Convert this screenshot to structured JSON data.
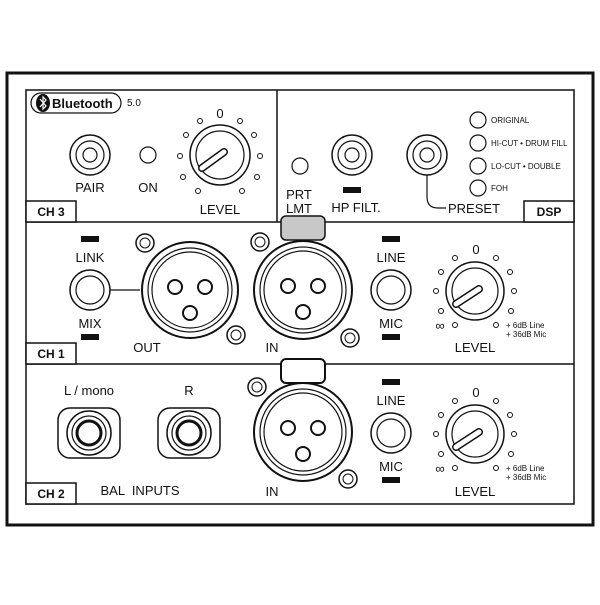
{
  "bluetooth": {
    "brand": "Bluetooth",
    "version": "5.0",
    "pair_label": "PAIR",
    "on_label": "ON",
    "level_label": "LEVEL",
    "level_zero": "0",
    "channel_tag": "CH 3"
  },
  "dsp": {
    "prt_label": "PRT",
    "lmt_label": "LMT",
    "hp_filter_label": "HP FILT.",
    "preset_label": "PRESET",
    "tag": "DSP",
    "presets": [
      "ORIGINAL",
      "HI-CUT • DRUM FILL",
      "LO-CUT • DOUBLE",
      "FOH"
    ]
  },
  "ch1": {
    "link_label": "LINK",
    "mix_label": "MIX",
    "out_label": "OUT",
    "in_label": "IN",
    "line_label": "LINE",
    "mic_label": "MIC",
    "level_zero": "0",
    "level_label": "LEVEL",
    "infinity": "∞",
    "gain_line": "+ 6dB Line",
    "gain_mic": "+ 36dB Mic",
    "tag": "CH 1"
  },
  "ch2": {
    "l_mono_label": "L / mono",
    "r_label": "R",
    "bal_inputs_label": "BAL  INPUTS",
    "in_label": "IN",
    "line_label": "LINE",
    "mic_label": "MIC",
    "level_zero": "0",
    "level_label": "LEVEL",
    "infinity": "∞",
    "gain_line": "+ 6dB Line",
    "gain_mic": "+ 36dB Mic",
    "tag": "CH 2"
  }
}
